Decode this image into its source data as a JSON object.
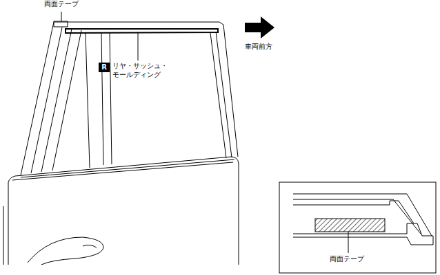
{
  "diagram": {
    "nodes": [
      {
        "text": [
          "R"
        ]
      }
    ],
    "labels": [
      "両面テープ",
      "リヤ・サッシュ・ モールディング",
      "車両前方",
      "両面テープ"
    ]
  }
}
